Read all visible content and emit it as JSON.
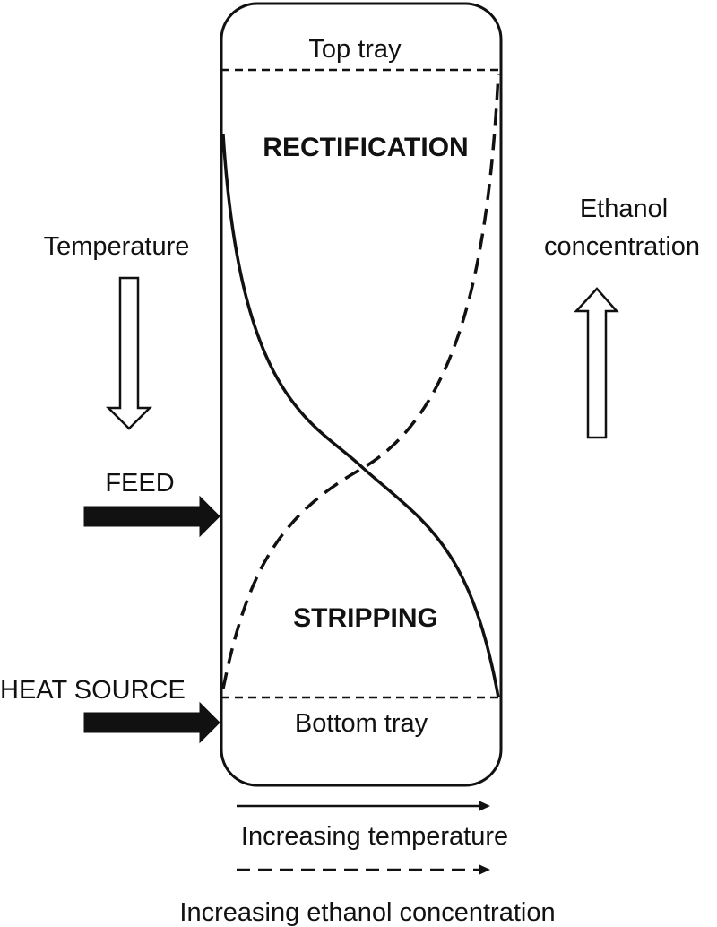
{
  "column": {
    "top_tray": "Top tray",
    "bottom_tray": "Bottom tray",
    "upper_section": "RECTIFICATION",
    "lower_section": "STRIPPING"
  },
  "inputs": {
    "feed": "FEED",
    "heat_source": "HEAT SOURCE"
  },
  "side_labels": {
    "temperature": "Temperature",
    "ethanol_line1": "Ethanol",
    "ethanol_line2": "concentration"
  },
  "legend": {
    "solid": "Increasing temperature",
    "dashed": "Increasing ethanol concentration"
  }
}
